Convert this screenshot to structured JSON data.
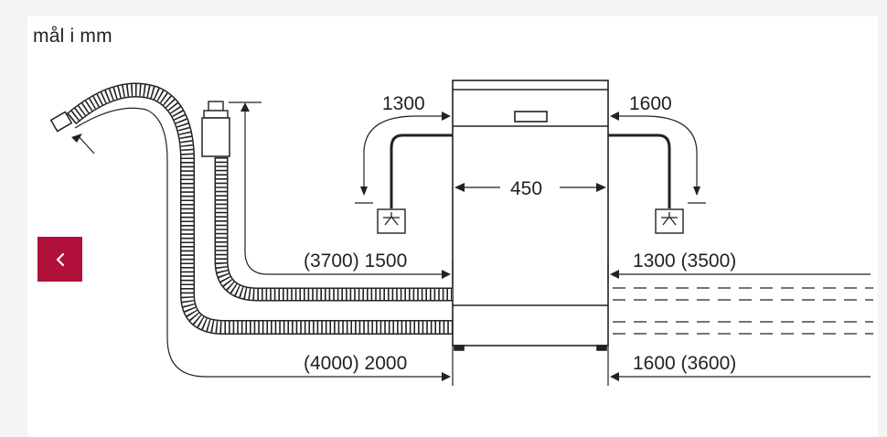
{
  "diagram": {
    "unit_label": "mål i mm",
    "labels": {
      "left_drain_height": "1300",
      "right_drain_height": "1600",
      "appliance_width": "450",
      "left_drain_length": "(3700) 1500",
      "right_drain_length": "1300 (3500)",
      "left_supply_length": "(4000) 2000",
      "right_supply_length": "1600 (3600)"
    }
  },
  "navigation": {
    "back_icon": "chevron-left-icon",
    "back_color": "#b0103a"
  }
}
